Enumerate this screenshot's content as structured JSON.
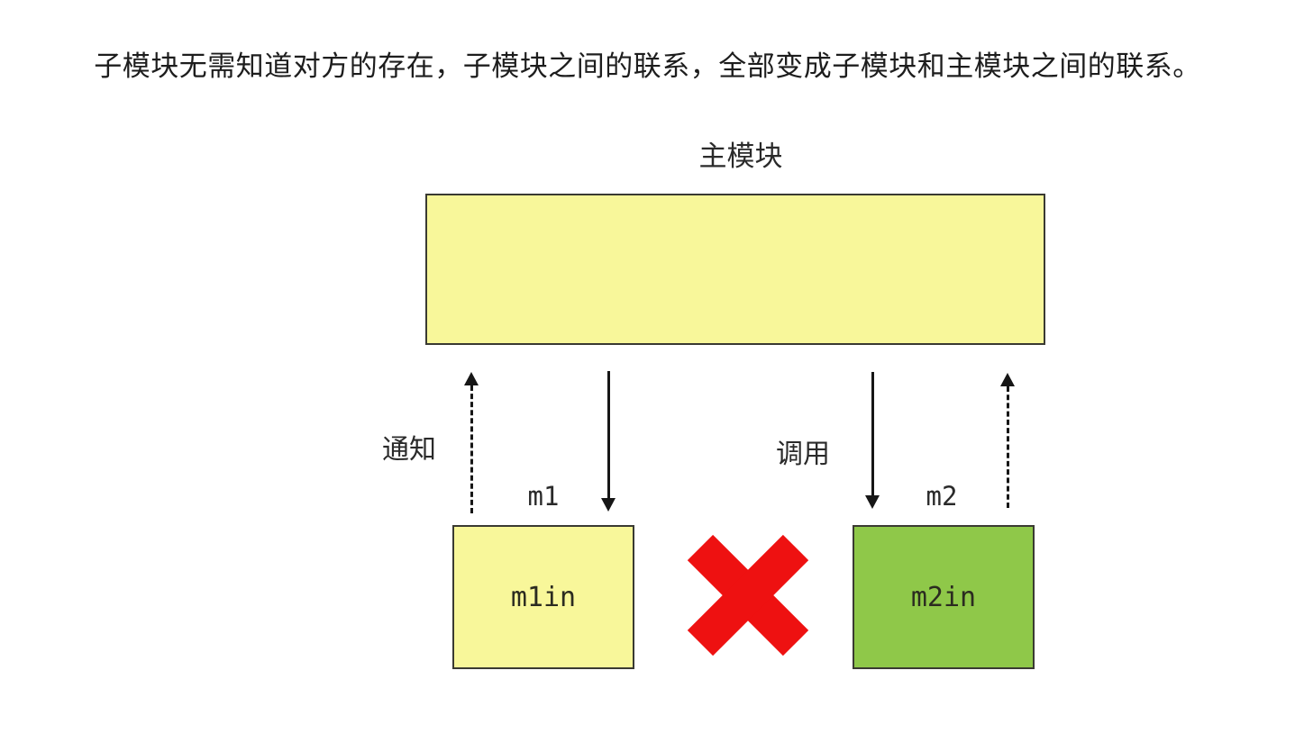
{
  "title": "子模块无需知道对方的存在，子模块之间的联系，全部变成子模块和主模块之间的联系。",
  "diagram": {
    "main_module": {
      "label": "主模块"
    },
    "left_link": {
      "dashed_arrow_label": "通知",
      "direction_dashed": "up",
      "direction_solid": "down"
    },
    "right_link": {
      "solid_arrow_label": "调用",
      "direction_solid": "down",
      "direction_dashed": "up"
    },
    "sub_modules": [
      {
        "name": "m1",
        "inner_label": "m1in",
        "fill": "#f8f79a"
      },
      {
        "name": "m2",
        "inner_label": "m2in",
        "fill": "#8fc849"
      }
    ],
    "forbidden_cross": {
      "meaning": "no direct link between sub-modules"
    }
  },
  "colors": {
    "box_yellow": "#f8f79a",
    "box_green": "#8fc849",
    "cross_red": "#ee1111",
    "border_dark": "#3a3a32",
    "ink": "#1d1d1d"
  }
}
